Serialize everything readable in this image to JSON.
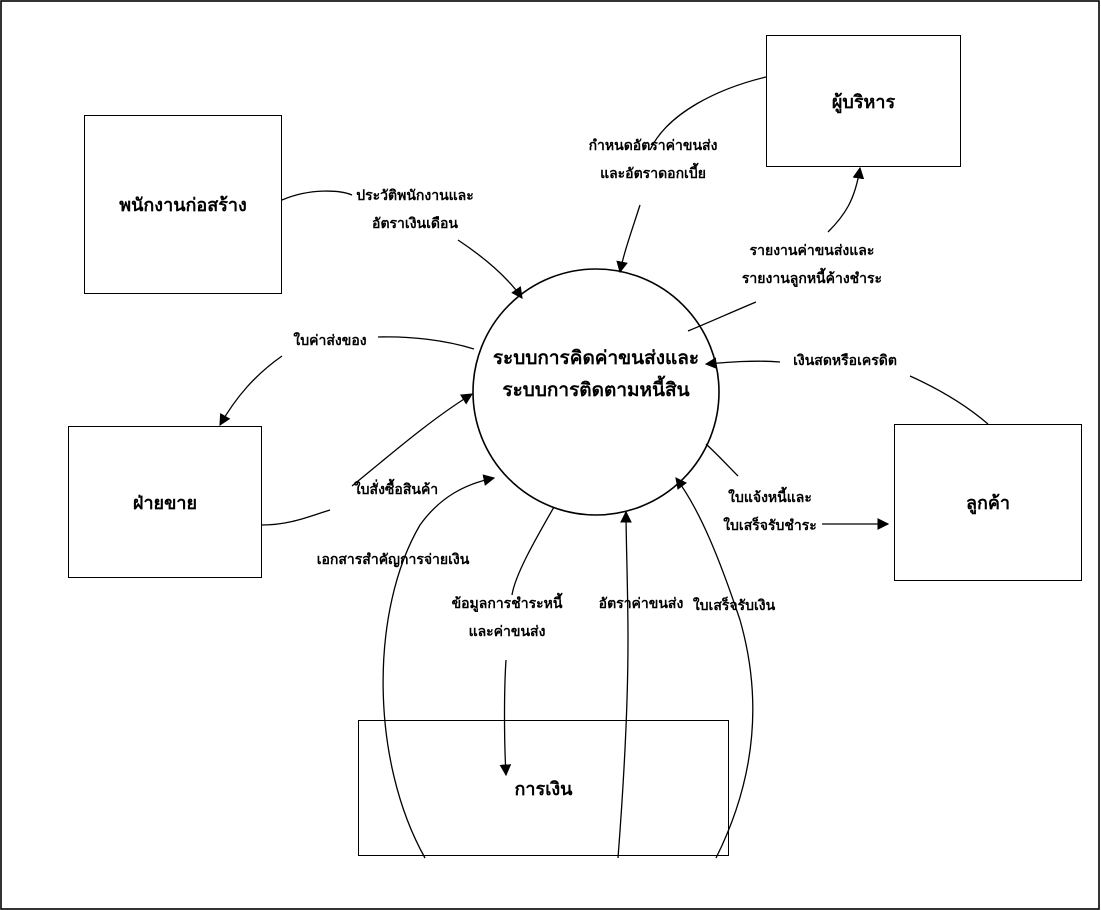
{
  "process": {
    "line1": "ระบบการคิดค่าขนส่งและ",
    "line2": "ระบบการติดตามหนี้สิน"
  },
  "entities": {
    "construction_staff": "พนักงานก่อสร้าง",
    "executive": "ผู้บริหาร",
    "sales": "ฝ่ายขาย",
    "customer": "ลูกค้า",
    "finance": "การเงิน"
  },
  "flows": {
    "staff_history": {
      "line1": "ประวัติพนักงานและ",
      "line2": "อัตราเงินเดือน"
    },
    "set_rates": {
      "line1": "กำหนดอัตราค่าขนส่ง",
      "line2": "และอัตราดอกเบี้ย"
    },
    "reports": {
      "line1": "รายงานค่าขนส่งและ",
      "line2": "รายงานลูกหนี้ค้างชำระ"
    },
    "delivery_note": "ใบค่าส่งของ",
    "cash_credit": "เงินสดหรือเครดิต",
    "purchase_order": "ใบสั่งซื้อสินค้า",
    "invoice_receipt": {
      "line1": "ใบแจ้งหนี้และ",
      "line2": "ใบเสร็จรับชำระ"
    },
    "payment_docs": "เอกสารสำคัญการจ่ายเงิน",
    "payment_info": {
      "line1": "ข้อมูลการชำระหนี้",
      "line2": "และค่าขนส่ง"
    },
    "freight_rate": "อัตราค่าขนส่ง",
    "receipt": "ใบเสร็จรับเงิน"
  }
}
